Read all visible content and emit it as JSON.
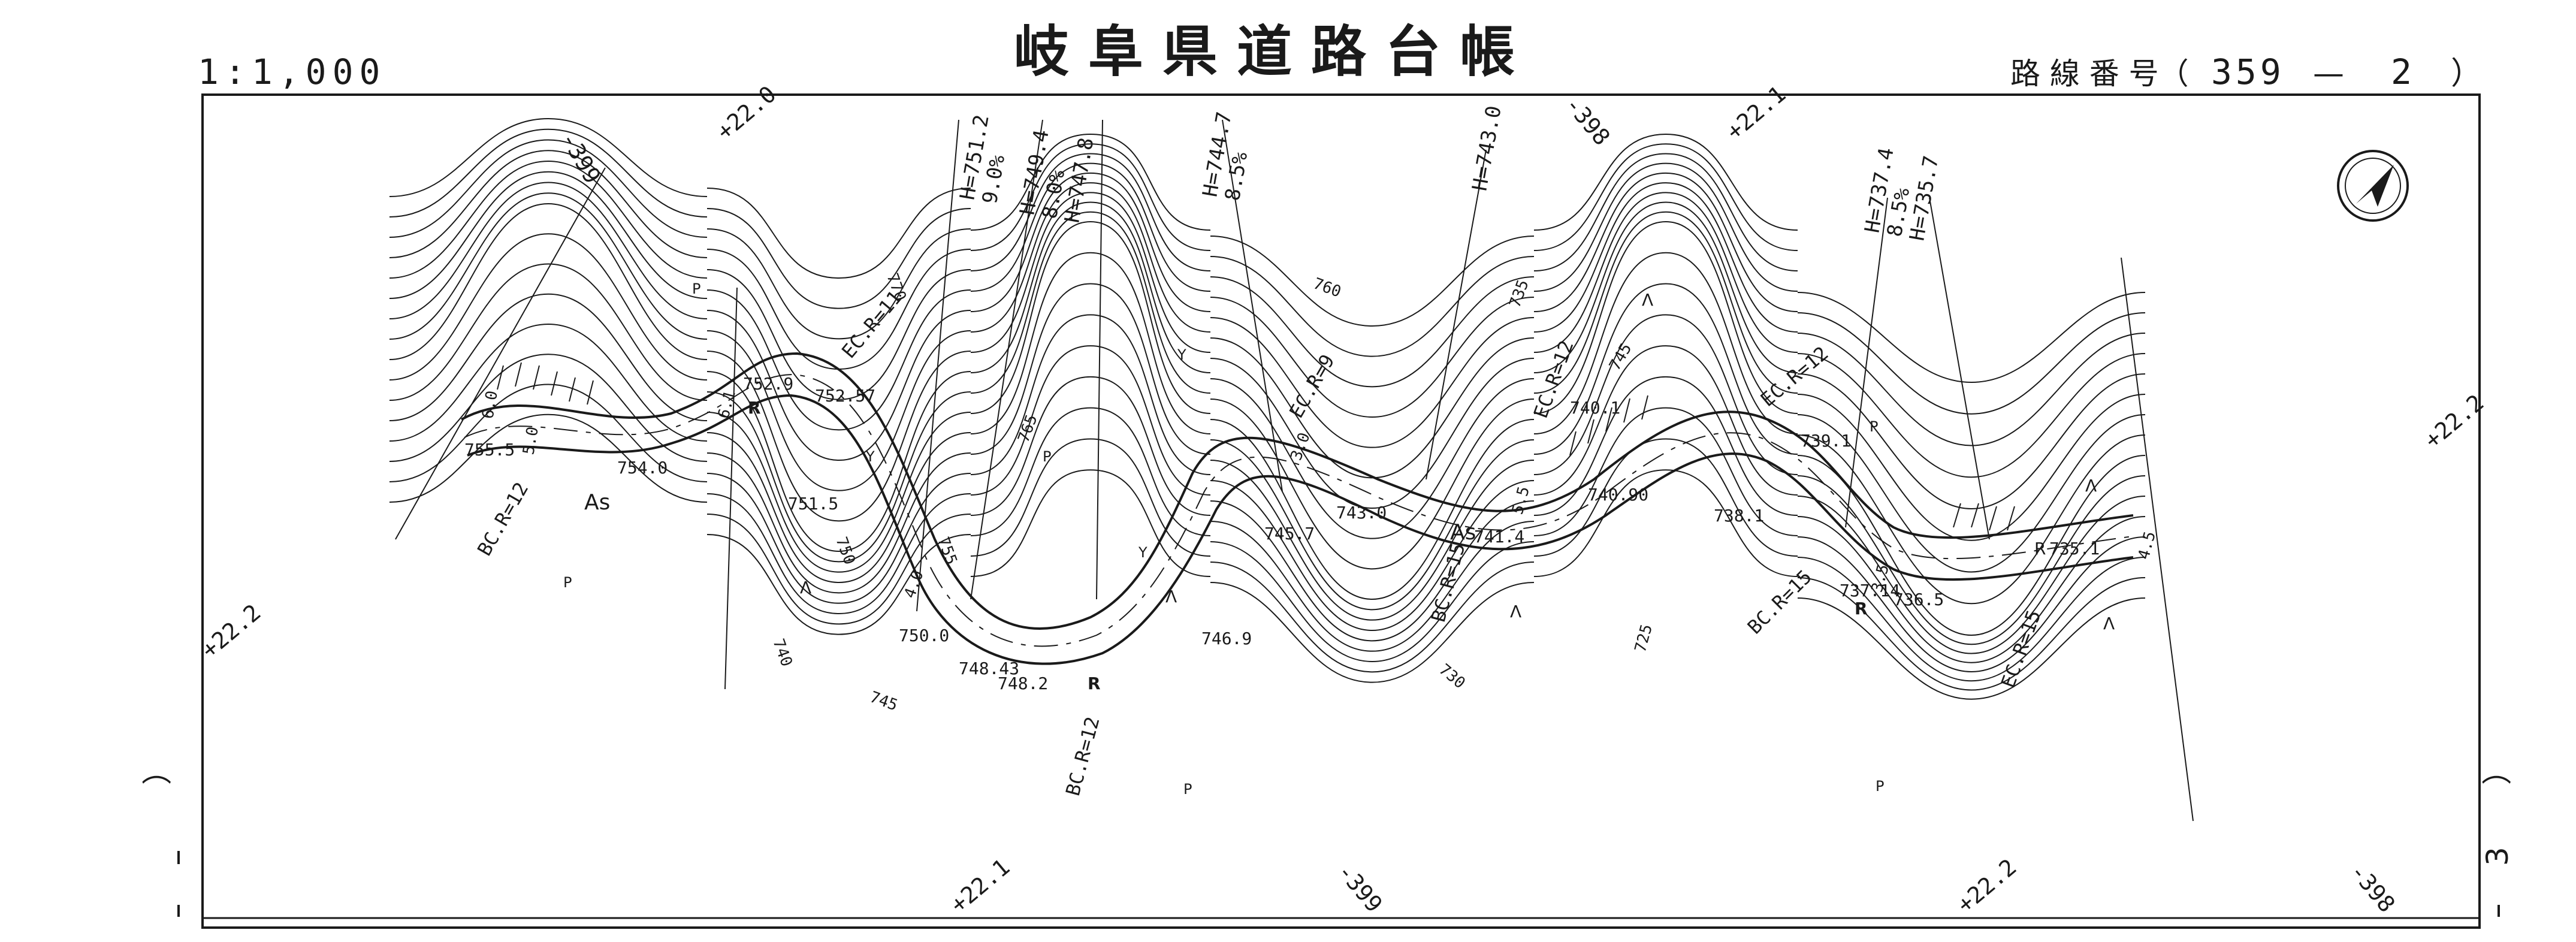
{
  "header": {
    "scale": "1:1,000",
    "title": "岐 阜 県 道 路 台 帳",
    "route_label": "路 線 番 号（",
    "route_number": "359",
    "route_dash": "—",
    "route_sheet": "2",
    "route_close": "）"
  },
  "map": {
    "frame_labels": {
      "tl_399": "-399",
      "top_220": "+22.0",
      "top_398": "-398",
      "top_221": "+22.1",
      "right_222": "+22.2",
      "left_222": "+22.2",
      "bottom_221": "+22.1",
      "bottom_399": "-399",
      "bottom_222": "+22.2",
      "bottom_398": "-398"
    },
    "heights": [
      {
        "id": "h1",
        "lines": [
          "H=751.2",
          "9.0%"
        ]
      },
      {
        "id": "h2",
        "lines": [
          "H=749.4",
          "8.0%",
          "H=747.8"
        ]
      },
      {
        "id": "h3",
        "lines": [
          "H=744.7",
          "8.5%"
        ]
      },
      {
        "id": "h4",
        "lines": [
          "H=743.0"
        ]
      },
      {
        "id": "h5",
        "lines": [
          "H=737.4",
          "8.5%",
          "H=735.7"
        ]
      }
    ],
    "curves": {
      "ec_r11": "EC.R=11",
      "ec_r9": "EC.R=9",
      "ec_r12": "EC.R=12",
      "bc_r12_left": "BC.R=12",
      "bc_r12_mid": "BC.R=12",
      "bc_r15": "BC.R=15",
      "ec_r15": "EC.R=15",
      "bc_r15_mid": "BC.R=15",
      "ec_r12_b": "EC.R=12"
    },
    "elevations": {
      "e7555": "755.5",
      "e7540": "754.0",
      "e7529": "752.9",
      "e75257": "752.57",
      "e7515": "751.5",
      "e7500": "750.0",
      "e74843": "748.43",
      "e7482": "748.2",
      "e7469": "746.9",
      "e7457": "745.7",
      "e7430": "743.0",
      "e7414": "741.4",
      "e7401": "740.1",
      "e74090": "740.90",
      "e7381": "738.1",
      "e7391": "739.1",
      "e73714": "737.14",
      "e7365": "736.5",
      "e7351": "735.1"
    },
    "contours": {
      "c770": "770",
      "c765": "765",
      "c760": "760",
      "c755": "755",
      "c750": "750",
      "c745a": "745",
      "c745b": "745",
      "c740": "740",
      "c735": "735",
      "c730": "730",
      "c725": "725"
    },
    "road_widths": [
      "6.0",
      "5.0",
      "4.0",
      "3.0",
      "6.1",
      "5.5",
      "4.5",
      "3.5"
    ],
    "surface": {
      "as1": "As",
      "as2": "As"
    },
    "symbols": {
      "r": "R",
      "a": "Λ",
      "p": "P",
      "y": "Y"
    }
  },
  "margin_marks": {
    "left_paren": "）",
    "right_paren": "）",
    "page_num": "3"
  },
  "colors": {
    "ink": "#1a1a1a",
    "paper": "#ffffff",
    "faint": "#bdbdbd"
  }
}
